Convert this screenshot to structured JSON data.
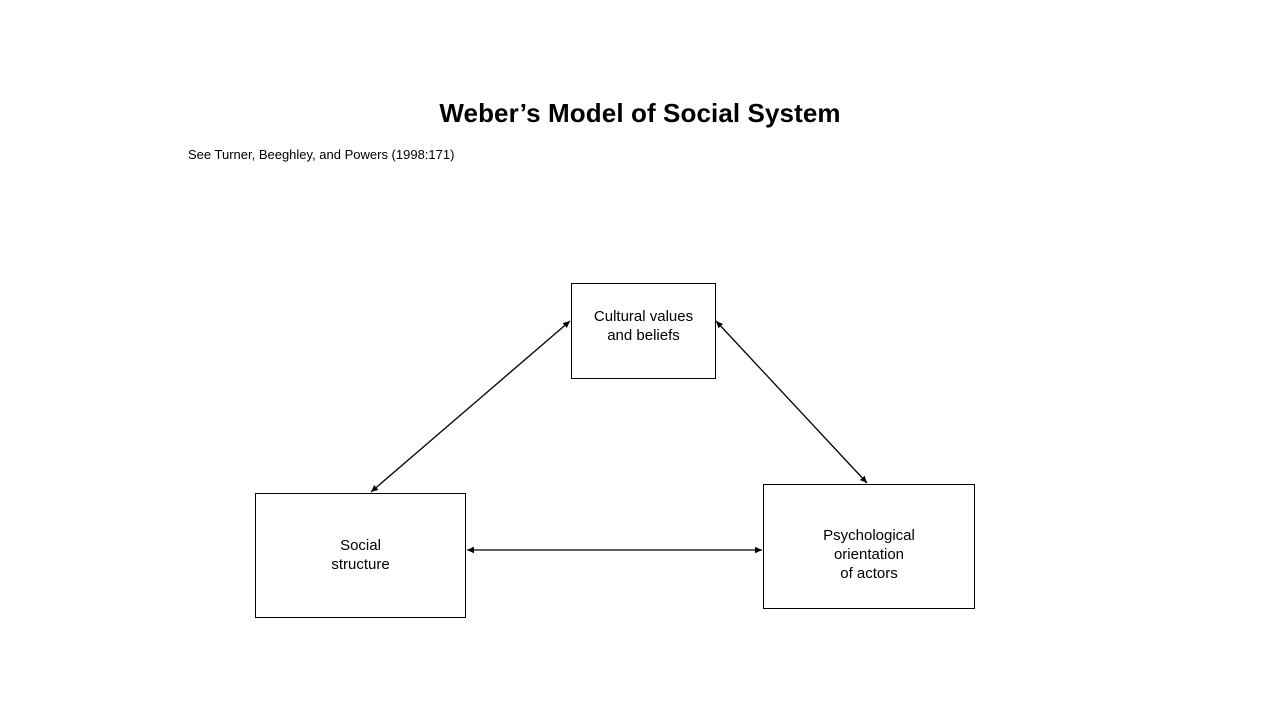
{
  "slide": {
    "title": "Weber’s Model of Social System",
    "citation": "See Turner, Beeghley, and Powers (1998:171)"
  },
  "diagram": {
    "nodes": {
      "cultural": {
        "label": "Cultural values\nand beliefs"
      },
      "social": {
        "label": "Social\nstructure"
      },
      "psychological": {
        "label": "Psychological\norientation\nof actors"
      }
    },
    "edges": [
      {
        "from": "cultural",
        "to": "social",
        "direction": "bidirectional"
      },
      {
        "from": "cultural",
        "to": "psychological",
        "direction": "bidirectional"
      },
      {
        "from": "social",
        "to": "psychological",
        "direction": "bidirectional"
      }
    ],
    "colors": {
      "line": "#000000",
      "background": "#ffffff"
    }
  }
}
